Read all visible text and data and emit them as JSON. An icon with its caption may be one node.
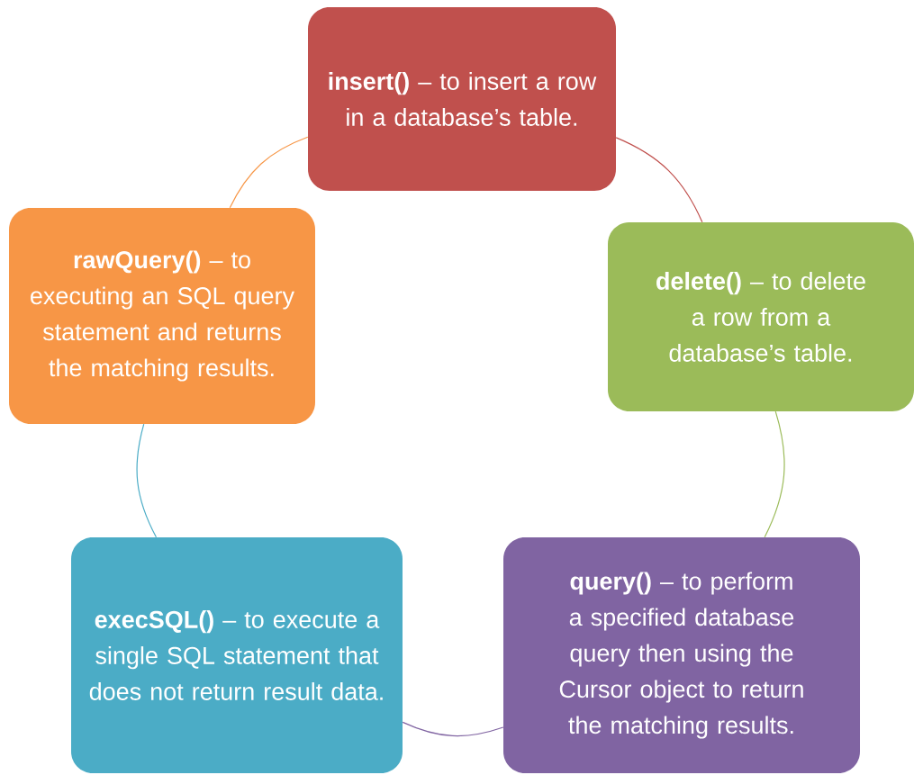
{
  "diagram": {
    "nodes": [
      {
        "text": [
          "**insert()** – to insert a row in a database’s table."
        ]
      },
      {
        "text": [
          "**delete()** – to delete a row from a database’s table."
        ]
      },
      {
        "text": [
          "**query()** – to perform a specified database query then using the Cursor object to return the matching results."
        ]
      },
      {
        "text": [
          "**execSQL()** – to execute a single SQL statement that does not return result data."
        ]
      },
      {
        "text": [
          "**rawQuery()** – to executing an SQL query statement and returns the matching results."
        ]
      }
    ],
    "edges": [
      {
        "from": 0,
        "to": 1,
        "arrow": "none",
        "color": "#c0504d"
      },
      {
        "from": 1,
        "to": 2,
        "arrow": "none",
        "color": "#9bbb59"
      },
      {
        "from": 2,
        "to": 3,
        "arrow": "none",
        "color": "#8064a2"
      },
      {
        "from": 3,
        "to": 4,
        "arrow": "none",
        "color": "#4bacc6"
      },
      {
        "from": 4,
        "to": 0,
        "arrow": "none",
        "color": "#f79646"
      }
    ]
  }
}
